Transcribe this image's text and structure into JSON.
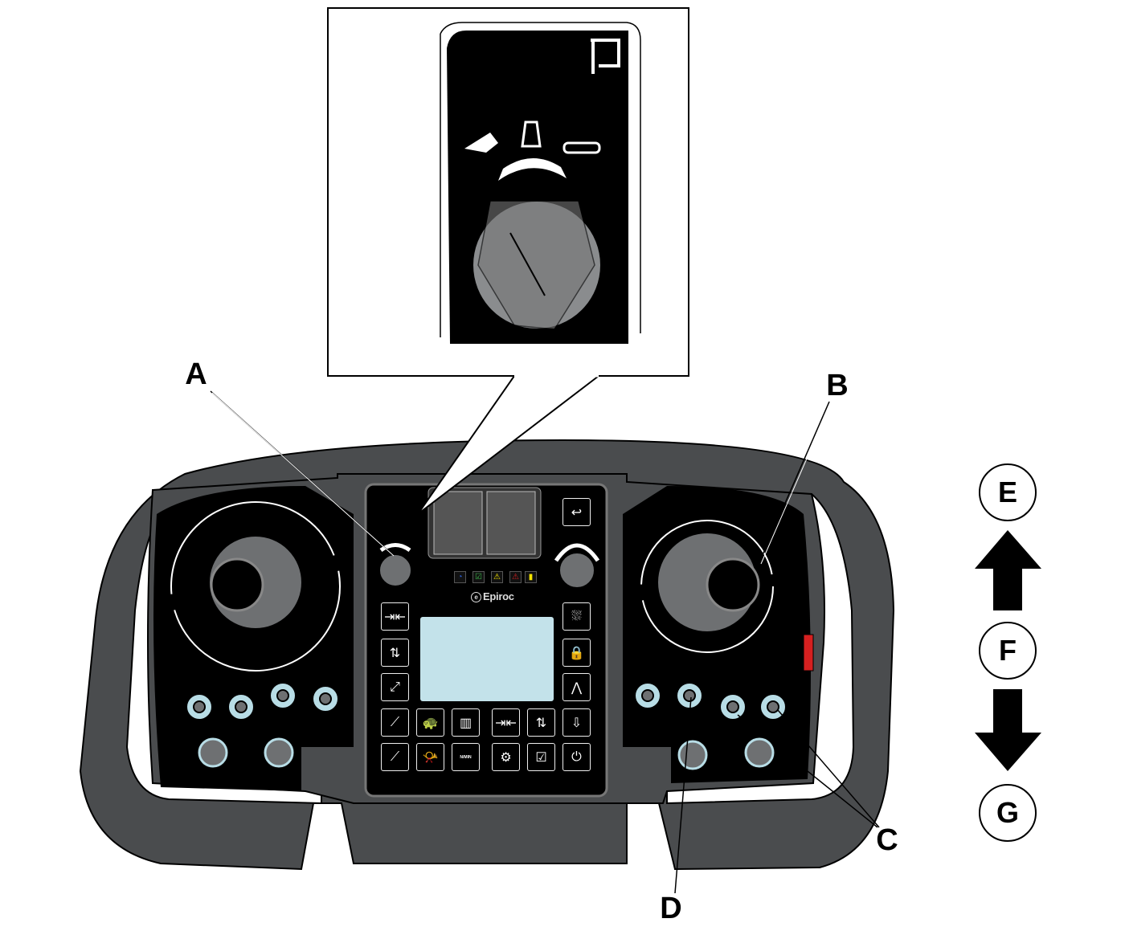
{
  "callouts": {
    "A": "A",
    "B": "B",
    "C": "C",
    "D": "D"
  },
  "direction_indicators": {
    "E": "E",
    "F": "F",
    "G": "G"
  },
  "brand": "Epiroc",
  "colors": {
    "screen": "#c3e2ea",
    "console": "#4a4c4e",
    "panel": "#000000",
    "lever": "#8a8c8e",
    "accent_red": "#d62020",
    "led_green": "#3cb54a",
    "led_yellow": "#f5e400",
    "led_blue": "#2a5fd8"
  },
  "status_leds": [
    {
      "icon": "wireless-signal-icon",
      "glyph": "◔",
      "color": "#2a5fd8"
    },
    {
      "icon": "edit-check-icon",
      "glyph": "☑",
      "color": "#3cb54a"
    },
    {
      "icon": "warning-icon",
      "glyph": "⚠",
      "color": "#f5e400"
    },
    {
      "icon": "alarm-icon",
      "glyph": "⚠",
      "color": "#d62020"
    },
    {
      "icon": "battery-icon",
      "glyph": "▮",
      "color": "#f5e400"
    }
  ],
  "buttons": [
    {
      "icon": "centralize-icon",
      "glyph": "⇥⇤"
    },
    {
      "icon": "feed-positioning-icon",
      "glyph": "⇅"
    },
    {
      "icon": "boom-parallel-icon",
      "glyph": "⤢"
    },
    {
      "icon": "boom-icon",
      "glyph": "⟋"
    },
    {
      "icon": "slow-speed-turtle-icon",
      "glyph": "🐢"
    },
    {
      "icon": "feed-zero-icon",
      "glyph": "▥"
    },
    {
      "icon": "boom-tilt-icon",
      "glyph": "⟋"
    },
    {
      "icon": "horn-icon",
      "glyph": "📯"
    },
    {
      "icon": "rpm-icon",
      "glyph": "N/MIN"
    },
    {
      "icon": "rod-center-icon",
      "glyph": "⇥⇤"
    },
    {
      "icon": "feed-swing-icon",
      "glyph": "⇅"
    },
    {
      "icon": "diesel-engine-icon",
      "glyph": "⚙"
    },
    {
      "icon": "check-icon",
      "glyph": "☑"
    },
    {
      "icon": "power-icon",
      "glyph": "⏻"
    },
    {
      "icon": "water-flush-icon",
      "glyph": "⛆"
    },
    {
      "icon": "lock-track-icon",
      "glyph": "🔒"
    },
    {
      "icon": "work-lights-icon",
      "glyph": "⋀"
    },
    {
      "icon": "drill-mode-icon",
      "glyph": "⇩"
    },
    {
      "icon": "back-icon",
      "glyph": "↩"
    }
  ]
}
